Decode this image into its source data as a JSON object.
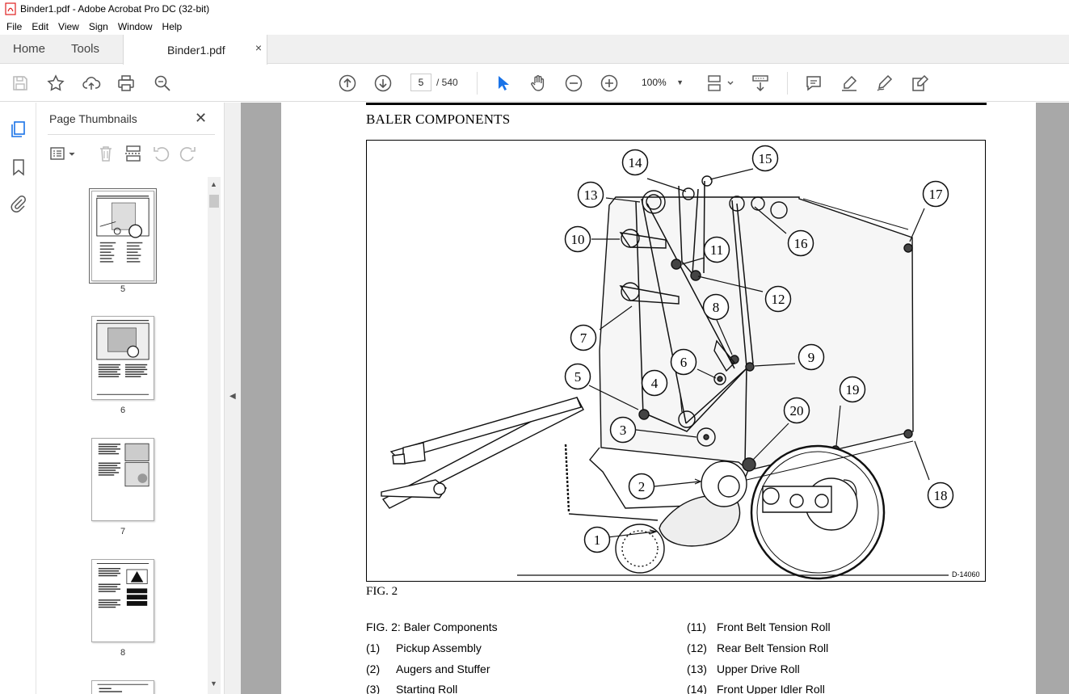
{
  "window": {
    "title": "Binder1.pdf - Adobe Acrobat Pro DC (32-bit)"
  },
  "menu": [
    "File",
    "Edit",
    "View",
    "Sign",
    "Window",
    "Help"
  ],
  "tabs": {
    "home": "Home",
    "tools": "Tools",
    "document": "Binder1.pdf",
    "close_glyph": "×"
  },
  "toolbar": {
    "current_page": "5",
    "total_pages": "/ 540",
    "zoom": "100%",
    "zoom_caret": "▼"
  },
  "panel": {
    "title": "Page Thumbnails",
    "close_glyph": "✕",
    "thumbnails": [
      {
        "label": "5"
      },
      {
        "label": "6"
      },
      {
        "label": "7"
      },
      {
        "label": "8"
      }
    ]
  },
  "document": {
    "section_title": "BALER COMPONENTS",
    "drawing_id": "D-14060",
    "fig_caption": "FIG. 2",
    "legend_title": "FIG. 2:  Baler Components",
    "callouts": [
      "1",
      "2",
      "3",
      "4",
      "5",
      "6",
      "7",
      "8",
      "9",
      "10",
      "11",
      "12",
      "13",
      "14",
      "15",
      "16",
      "17",
      "18",
      "19",
      "20"
    ],
    "legend_left": [
      {
        "num": "(1)",
        "label": "Pickup Assembly"
      },
      {
        "num": "(2)",
        "label": "Augers and Stuffer"
      },
      {
        "num": "(3)",
        "label": "Starting Roll"
      }
    ],
    "legend_right": [
      {
        "num": "(11)",
        "label": "Front Belt Tension Roll"
      },
      {
        "num": "(12)",
        "label": "Rear Belt Tension Roll"
      },
      {
        "num": "(13)",
        "label": "Upper Drive Roll"
      },
      {
        "num": "(14)",
        "label": "Front Upper Idler Roll"
      }
    ]
  },
  "colors": {
    "accent": "#1a73e8",
    "acrobat_red": "#e02020",
    "workspace": "#a8a8a8"
  }
}
